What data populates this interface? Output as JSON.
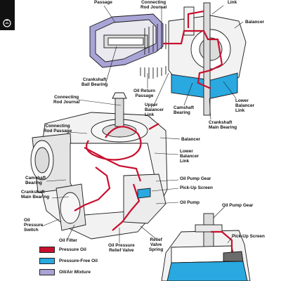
{
  "colors": {
    "pressure_oil": "#c8102e",
    "pressure_free_oil": "#29a9e0",
    "oil_air_mixture": "#a9a4d6",
    "line": "#1a1a1a",
    "metal_light": "#f2f2f2",
    "metal_mid": "#dcdcdc"
  },
  "corner_icon": "oil-drop-icon",
  "top_view_labels": {
    "passage": "Passage",
    "connecting_rod_journal": "Connecting\nRod Journal",
    "link": "Link",
    "balancer": "Balancer",
    "crankshaft_ball_bearing": "Crankshaft\nBall Bearing",
    "oil_return_passage": "Oil Return\nPassage",
    "upper_balancer_link": "Upper\nBalancer\nLink",
    "camshaft_bearing": "Camshaft\nBearing",
    "lower_balancer_link": "Lower\nBalancer\nLink",
    "crankshaft_main_bearing": "Crankshaft\nMain Bearing"
  },
  "main_view_labels": {
    "connecting_rod_journal": "Connecting\nRod Journal",
    "connecting_rod_passage": "Connecting\nRod Passage",
    "balancer": "Balancer",
    "lower_balancer_link": "Lower\nBalancer\nLink",
    "camshaft_bearing": "Camshaft\nBearing",
    "crankshaft_main_bearing": "Crankshaft\nMain Bearing",
    "oil_pump_gear": "Oil Pump Gear",
    "pick_up_screen": "Pick-Up Screen",
    "oil_pump": "Oil Pump",
    "oil_pressure_switch": "Oil\nPressure\nSwitch",
    "oil_filter": "Oil Filter",
    "oil_pressure_relief_valve": "Oil Pressure\nRelief Valve",
    "relief_valve_spring": "Relief\nValve\nSpring"
  },
  "detail_view_labels": {
    "oil_pump_gear": "Oil Pump Gear",
    "pick_up_screen": "Pick-Up Screen"
  },
  "legend": [
    {
      "label": "Pressure Oil",
      "color": "#c8102e"
    },
    {
      "label": "Pressure-Free Oil",
      "color": "#29a9e0"
    },
    {
      "label": "Oil/Air Mixture",
      "color": "#a9a4d6"
    }
  ]
}
